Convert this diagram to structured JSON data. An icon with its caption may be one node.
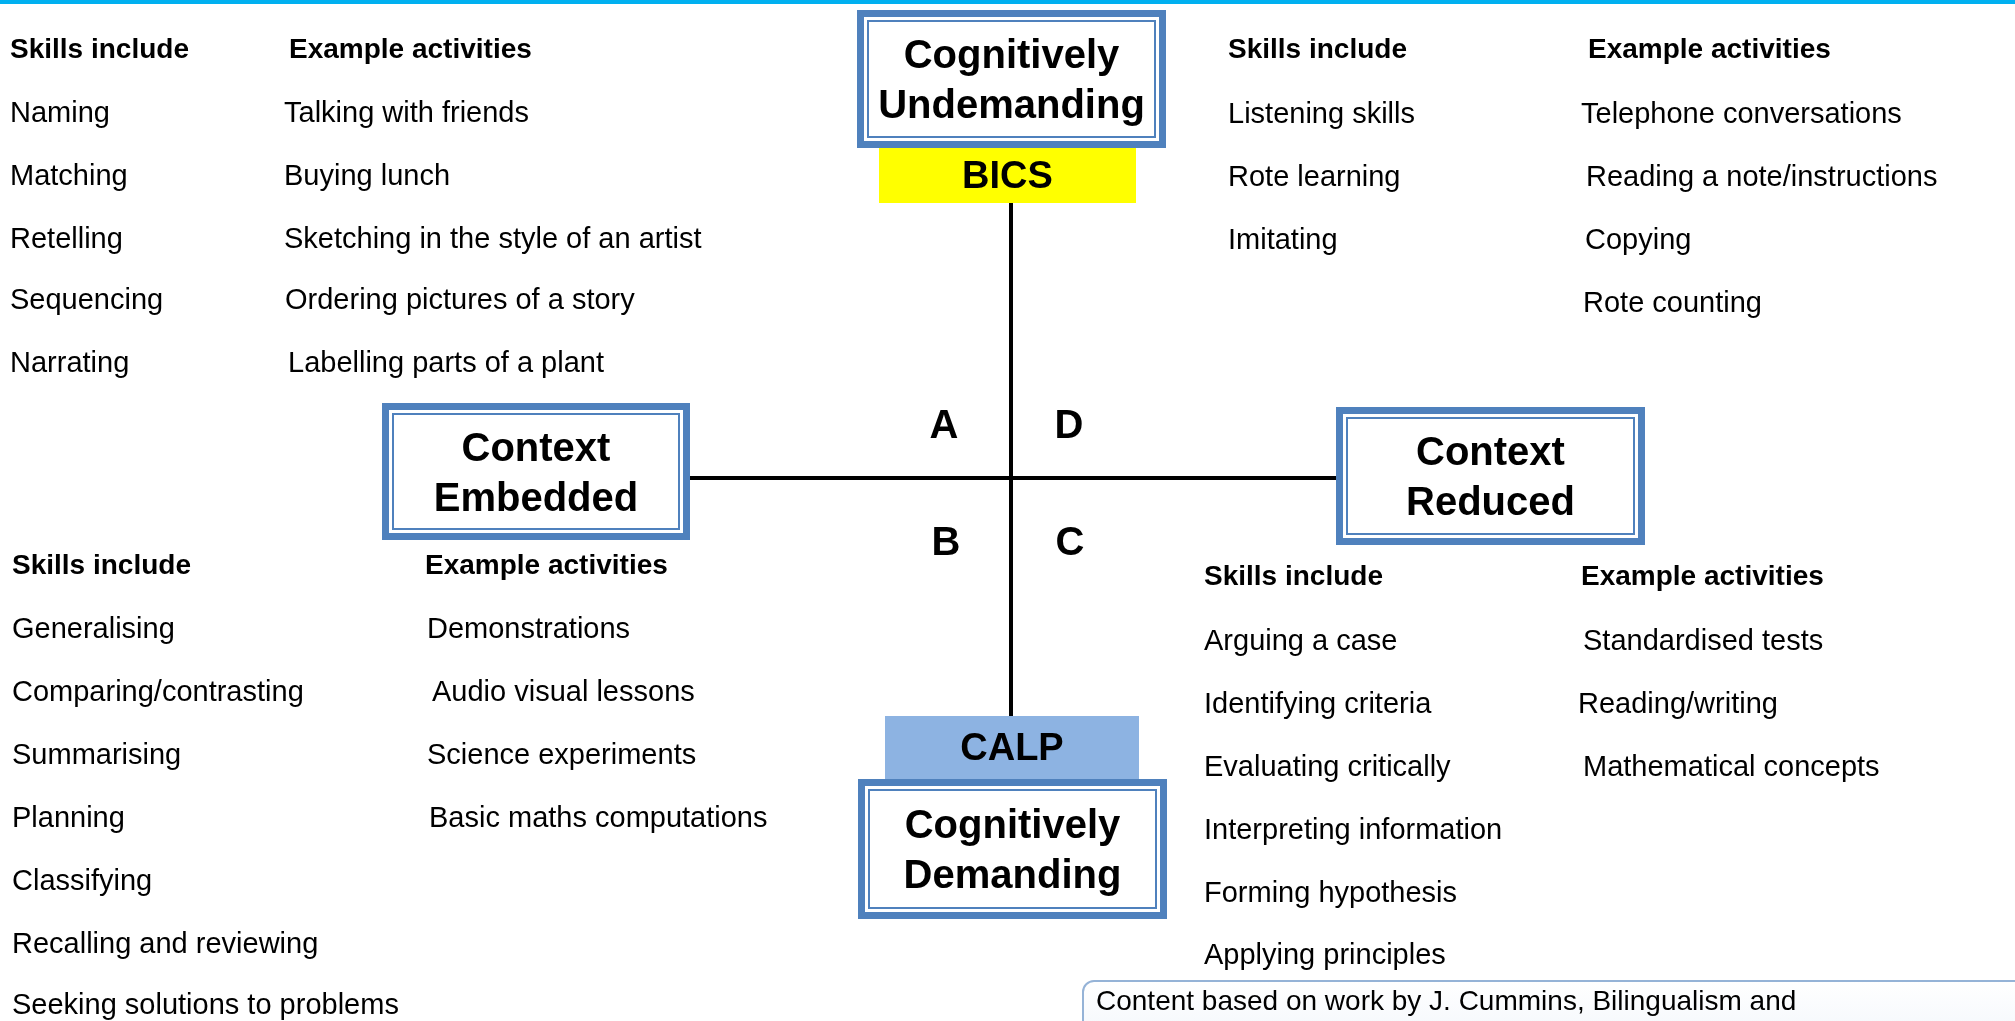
{
  "diagram": {
    "nodes": [
      {
        "text": [
          "Cognitively Undemanding"
        ]
      },
      {
        "text": [
          "BICS"
        ]
      },
      {
        "text": [
          "Context Embedded"
        ]
      },
      {
        "text": [
          "Context Reduced"
        ]
      },
      {
        "text": [
          "CALP"
        ]
      },
      {
        "text": [
          "Cognitively Demanding"
        ]
      },
      {
        "text": [
          "Content based on work by J. Cummins, Bilingualism and"
        ]
      }
    ],
    "edges": [
      {
        "from": 1,
        "to": 4,
        "arrow": "none"
      },
      {
        "from": 2,
        "to": 3,
        "arrow": "none"
      }
    ],
    "labels": [
      "Skills include",
      "Example activities",
      "Naming",
      "Talking with friends",
      "Matching",
      "Buying lunch",
      "Retelling",
      "Sketching in the style of an artist",
      "Sequencing",
      "Ordering pictures of a story",
      "Narrating",
      "Labelling parts of a plant",
      "Skills include",
      "Example activities",
      "Listening skills",
      "Telephone conversations",
      "Rote learning",
      "Reading a note/instructions",
      "Imitating",
      "Copying",
      "Rote counting",
      "A",
      "D",
      "B",
      "C",
      "Skills include",
      "Example activities",
      "Generalising",
      "Demonstrations",
      "Comparing/contrasting",
      "Audio visual lessons",
      "Summarising",
      "Science experiments",
      "Planning",
      "Basic maths computations",
      "Classifying",
      "Recalling and reviewing",
      "Seeking solutions to problems",
      "Skills include",
      "Example activities",
      "Arguing a case",
      "Standardised tests",
      "Identifying criteria",
      "Reading/writing",
      "Evaluating critically",
      "Mathematical concepts",
      "Interpreting information",
      "Forming hypothesis",
      "Applying principles"
    ]
  }
}
